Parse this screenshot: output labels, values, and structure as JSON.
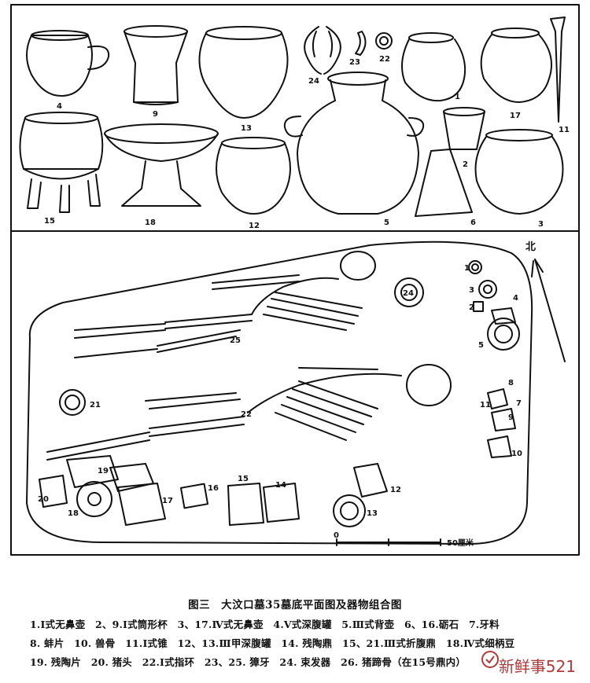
{
  "figure": {
    "top_numbers": [
      "4",
      "9",
      "13",
      "24",
      "23",
      "22",
      "1",
      "17",
      "11",
      "2",
      "15",
      "18",
      "12",
      "5",
      "6",
      "3"
    ],
    "plan_numbers": [
      "1",
      "2",
      "3",
      "4",
      "5",
      "24",
      "25",
      "21",
      "22",
      "8",
      "7",
      "9",
      "10",
      "11",
      "19",
      "20",
      "18",
      "17",
      "16",
      "15",
      "14",
      "12",
      "13"
    ],
    "north_label": "北",
    "scale_zero": "0",
    "scale_end": "50厘米"
  },
  "caption": {
    "title": "图三　大汶口墓35墓底平面图及器物组合图",
    "line1": "1.Ⅰ式无鼻壶　2、9.Ⅰ式筒形杯　3、17.Ⅳ式无鼻壶　4.Ⅴ式深腹罐　5.Ⅲ式背壶　6、16.砺石　7.牙料",
    "line2": "8. 蚌片　10. 兽骨　11.Ⅰ式锥　12、13.Ⅲ甲深腹罐　14. 残陶鼎　15、21.Ⅲ式折腹鼎　18.Ⅳ式细柄豆",
    "line3": "19. 残陶片　20. 猪头　22.Ⅰ式指环　23、25. 獐牙　24. 束发器　26. 猪蹄骨（在15号鼎内）"
  },
  "watermark": {
    "text": "新鲜事521"
  }
}
